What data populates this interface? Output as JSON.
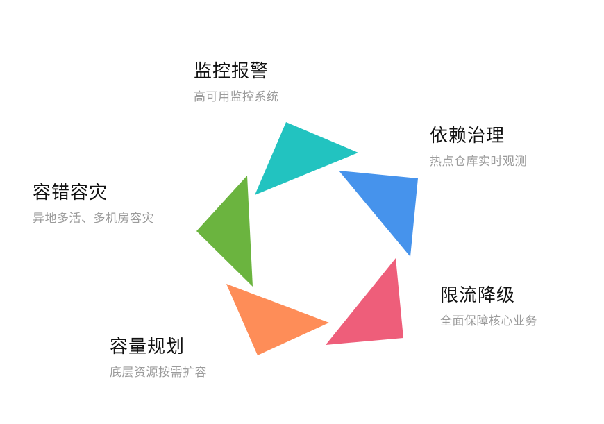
{
  "items": [
    {
      "id": "monitoring-alerting",
      "title": "监控报警",
      "desc": "高可用监控系统",
      "color": "#22c3c0"
    },
    {
      "id": "dependency-governance",
      "title": "依赖治理",
      "desc": "热点仓库实时观测",
      "color": "#4693ec"
    },
    {
      "id": "rate-limit-degradation",
      "title": "限流降级",
      "desc": "全面保障核心业务",
      "color": "#ee5e7a"
    },
    {
      "id": "capacity-planning",
      "title": "容量规划",
      "desc": "底层资源按需扩容",
      "color": "#fe8d58"
    },
    {
      "id": "disaster-recovery",
      "title": "容错容灾",
      "desc": "异地多活、多机房容灾",
      "color": "#6bb43f"
    }
  ]
}
